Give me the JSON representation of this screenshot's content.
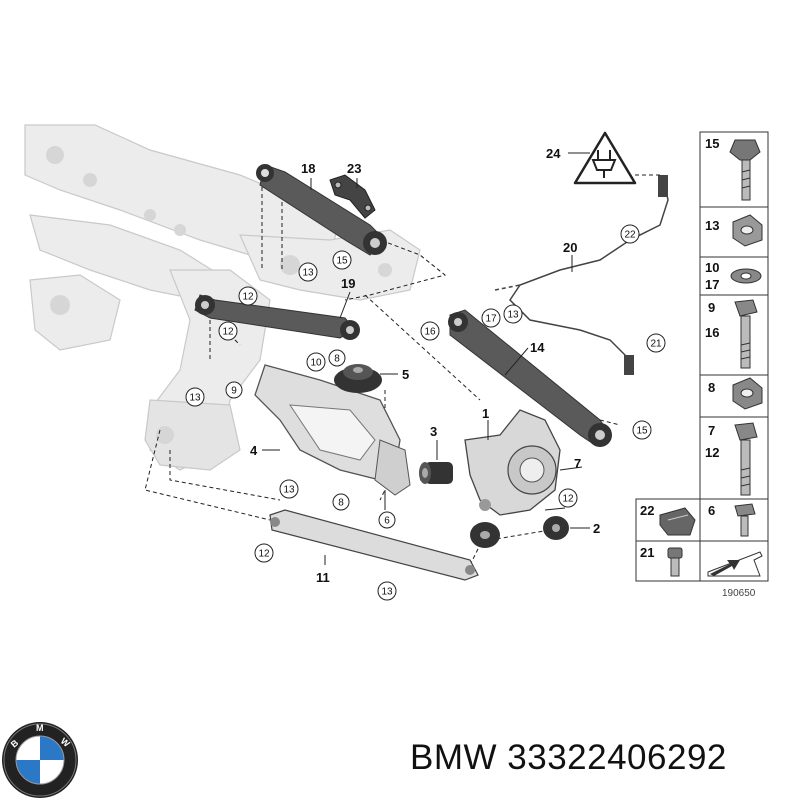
{
  "callouts": {
    "c1": "1",
    "c2": "2",
    "c3": "3",
    "c4": "4",
    "c5": "5",
    "c6": "6",
    "c7": "7",
    "c11": "11",
    "c14": "14",
    "c18": "18",
    "c19": "19",
    "c20": "20",
    "c23": "23",
    "c24": "24"
  },
  "circled": {
    "n15a": "15",
    "n13a": "13",
    "n12a": "12",
    "n12b": "12",
    "n13b": "13",
    "n9": "9",
    "n10": "10",
    "n8": "8",
    "n8b": "8",
    "n6": "6",
    "n13c": "13",
    "n12c": "12",
    "n13d": "13",
    "n16": "16",
    "n17": "17",
    "n13e": "13",
    "n22": "22",
    "n21": "21",
    "n15b": "15",
    "n7": "7",
    "n12d": "12"
  },
  "legend": {
    "r15": "15",
    "r13": "13",
    "r10": "10",
    "r17": "17",
    "r9": "9",
    "r16": "16",
    "r8": "8",
    "r7": "7",
    "r12": "12",
    "r22": "22",
    "r6": "6",
    "r21": "21"
  },
  "diagram_number": "190650",
  "logo": {
    "text": "BMW",
    "colors": {
      "blue": "#2a78c6",
      "ring": "#222222"
    }
  },
  "brand_line": "BMW 33322406292"
}
